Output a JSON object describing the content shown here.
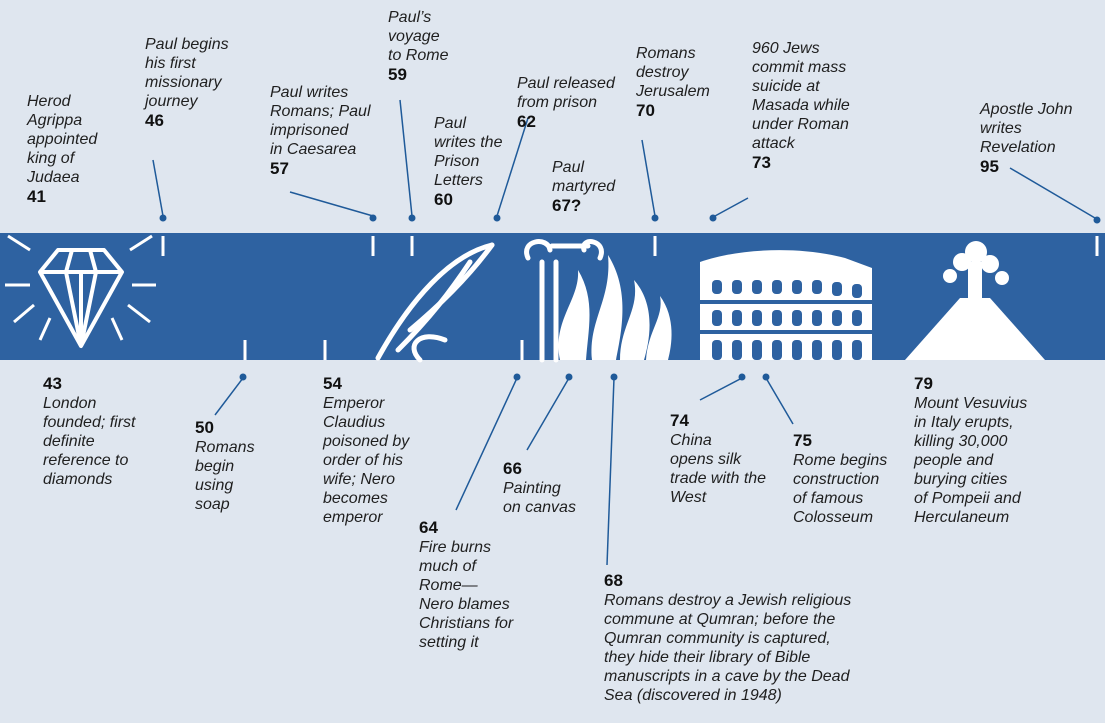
{
  "colors": {
    "background": "#dfe6ef",
    "band": "#2e62a1",
    "tick": "#ffffff",
    "leader": "#1f5a99"
  },
  "icons": [
    "diamond-icon",
    "quill-pen-icon",
    "ionic-column-icon",
    "flames-icon",
    "colosseum-icon",
    "volcano-icon"
  ],
  "events_above": [
    {
      "year": "41",
      "text": "Herod\nAgrippa\nappointed\nking of\nJudaea"
    },
    {
      "year": "46",
      "text": "Paul begins\nhis first\nmissionary\njourney"
    },
    {
      "year": "57",
      "text": "Paul writes\nRomans; Paul\nimprisoned\nin Caesarea"
    },
    {
      "year": "59",
      "text": "Paul’s\nvoyage\nto Rome"
    },
    {
      "year": "60",
      "text": "Paul\nwrites the\nPrison\nLetters"
    },
    {
      "year": "62",
      "text": "Paul released\nfrom prison"
    },
    {
      "year": "67?",
      "text": "Paul\nmartyred"
    },
    {
      "year": "70",
      "text": "Romans\ndestroy\nJerusalem"
    },
    {
      "year": "73",
      "text": "960 Jews\ncommit mass\nsuicide at\nMasada while\nunder Roman\nattack"
    },
    {
      "year": "95",
      "text": "Apostle John\nwrites\nRevelation"
    }
  ],
  "events_below": [
    {
      "year": "43",
      "text": "London\nfounded; first\ndefinite\nreference to\ndiamonds"
    },
    {
      "year": "50",
      "text": "Romans\nbegin\nusing\nsoap"
    },
    {
      "year": "54",
      "text": "Emperor\nClaudius\npoisoned by\norder of his\nwife; Nero\nbecomes\nemperor"
    },
    {
      "year": "64",
      "text": "Fire burns\nmuch of\nRome—\nNero blames\nChristians for\nsetting it"
    },
    {
      "year": "66",
      "text": "Painting\non canvas"
    },
    {
      "year": "68",
      "text": "Romans destroy a Jewish religious\ncommune at Qumran; before the\nQumran community is captured,\nthey hide their library of Bible\nmanuscripts in a cave by the Dead\nSea (discovered in 1948)"
    },
    {
      "year": "74",
      "text": "China\nopens silk\ntrade with the\nWest"
    },
    {
      "year": "75",
      "text": "Rome begins\nconstruction\nof famous\nColosseum"
    },
    {
      "year": "79",
      "text": "Mount Vesuvius\nin Italy erupts,\nkilling 30,000\npeople and\nburying cities\nof Pompeii and\nHerculaneum"
    }
  ]
}
